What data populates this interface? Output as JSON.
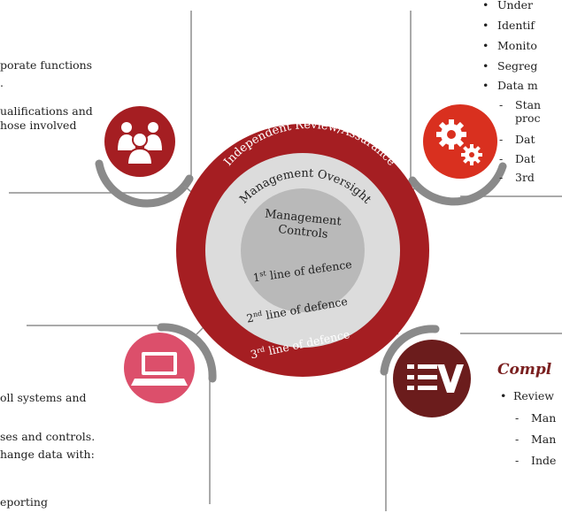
{
  "top_left_text": {
    "line1": "porate functions",
    "line2": ".",
    "line3": "ualifications and",
    "line4": "hose involved"
  },
  "top_right_list": [
    {
      "bullet": "•",
      "text": "Under"
    },
    {
      "bullet": "•",
      "text": "Identif"
    },
    {
      "bullet": "•",
      "text": "Monito"
    },
    {
      "bullet": "•",
      "text": "Segreg"
    },
    {
      "bullet": "•",
      "text": "Data m"
    },
    {
      "bullet": "-",
      "text": "Stan"
    },
    {
      "bullet": "",
      "text": "proc"
    },
    {
      "bullet": "-",
      "text": "Dat"
    },
    {
      "bullet": "-",
      "text": "Dat"
    },
    {
      "bullet": "-",
      "text": "3rd"
    }
  ],
  "center": {
    "ring3": "Independent Review/Assurance",
    "ring2": "Management Oversight",
    "core_line1": "Management",
    "core_line2": "Controls",
    "line1": "1st line of defence",
    "line2": "2nd line of defence",
    "line3": "3rd line of defence",
    "ordinal_prefix1": "1",
    "ordinal_sup1": "st",
    "ordinal_rest1": " line of defence",
    "ordinal_prefix2": "2",
    "ordinal_sup2": "nd",
    "ordinal_rest2": " line of defence",
    "ordinal_prefix3": "3",
    "ordinal_sup3": "rd",
    "ordinal_rest3": " line of defence"
  },
  "bottom_left_text": {
    "line1": "oll systems and",
    "line2": "ses and controls.",
    "line3": "hange data with:",
    "line4": "eporting"
  },
  "bottom_right": {
    "title": "Compl",
    "items": [
      {
        "bullet": "•",
        "text": "Review"
      },
      {
        "bullet": "-",
        "text": "Man"
      },
      {
        "bullet": "-",
        "text": "Man"
      },
      {
        "bullet": "-",
        "text": "Inde"
      }
    ]
  },
  "colors": {
    "dark_red": "#a51e22",
    "red": "#c0262a",
    "orange_red": "#d9301f",
    "pink": "#dc4f6b",
    "maroon": "#6b1c1c",
    "arc_grey": "#8c8c8c",
    "ring_light": "#dcdcdc",
    "core_grey": "#b9b9b9"
  },
  "icons": [
    "people-icon",
    "gears-icon",
    "laptop-icon",
    "checklist-icon"
  ]
}
